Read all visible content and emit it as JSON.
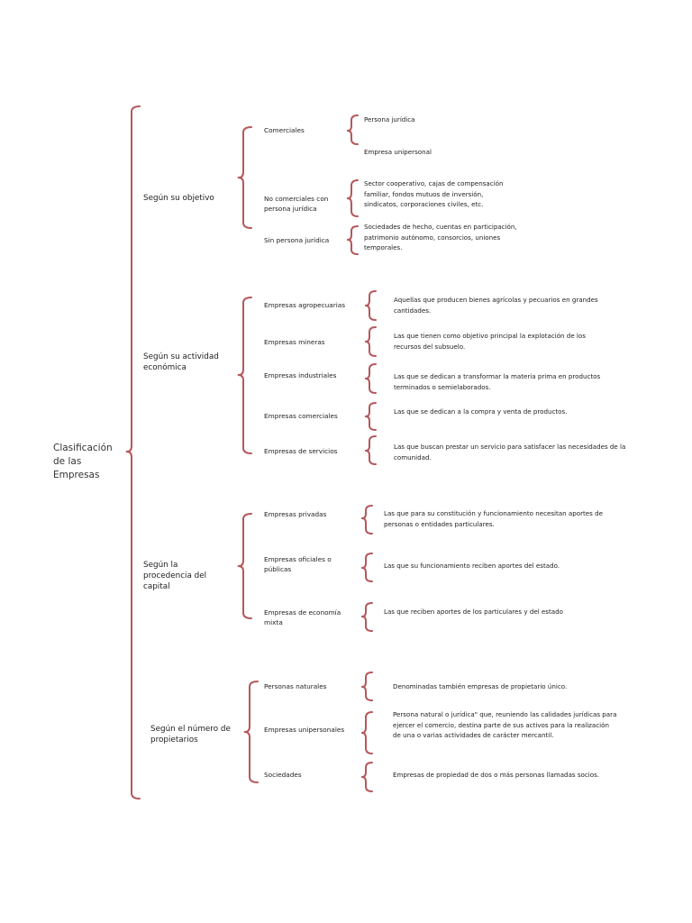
{
  "root": {
    "label": "Clasificación de las Empresas"
  },
  "brace_color": "#b5585a",
  "groups": [
    {
      "label": "Según su objetivo",
      "items": [
        {
          "label": "Comerciales",
          "details": [
            "Persona jurídica",
            "Empresa unipersonal"
          ]
        },
        {
          "label": "No comerciales con persona jurídica",
          "details": [
            "Sector cooperativo, cajas de compensación familiar, fondos mutuos de inversión, sindicatos, corporaciones civiles, etc."
          ]
        },
        {
          "label": "Sin persona jurídica",
          "details": [
            "Sociedades de hecho, cuentas en participación, patrimonio autónomo, consorcios, uniones temporales."
          ]
        }
      ]
    },
    {
      "label": "Según su actividad económica",
      "items": [
        {
          "label": "Empresas agropecuarias",
          "details": [
            "Aquellas que producen bienes agrícolas y pecuarios en grandes cantidades."
          ]
        },
        {
          "label": "Empresas mineras",
          "details": [
            "Las que tienen como objetivo principal la explotación de los recursos del subsuelo."
          ]
        },
        {
          "label": "Empresas industriales",
          "details": [
            "Las que se dedican a transformar la materia prima en productos terminados o semielaborados."
          ]
        },
        {
          "label": "Empresas comerciales",
          "details": [
            "Las que se dedican a la compra y venta de productos."
          ]
        },
        {
          "label": "Empresas de servicios",
          "details": [
            "Las que buscan prestar un servicio para satisfacer las necesidades de la comunidad."
          ]
        }
      ]
    },
    {
      "label": "Según la procedencia del capital",
      "items": [
        {
          "label": "Empresas privadas",
          "details": [
            "Las que para su constitución y funcionamiento necesitan aportes de personas o entidades particulares."
          ]
        },
        {
          "label": "Empresas oficiales o públicas",
          "details": [
            "Las que su funcionamiento reciben aportes del estado."
          ]
        },
        {
          "label": "Empresas de economía mixta",
          "details": [
            "Las que reciben aportes de los particulares y del estado"
          ]
        }
      ]
    },
    {
      "label": "Según el número de propietarios",
      "items": [
        {
          "label": "Personas naturales",
          "details": [
            "Denominadas también empresas de propietario único."
          ]
        },
        {
          "label": "Empresas unipersonales",
          "details": [
            "Persona natural o jurídica\" que, reuniendo las calidades jurídicas para ejercer el comercio, destina parte de sus activos para la realización de una o varias actividades de carácter mercantil."
          ]
        },
        {
          "label": "Sociedades",
          "details": [
            "Empresas de propiedad de dos o más personas llamadas socios."
          ]
        }
      ]
    }
  ]
}
